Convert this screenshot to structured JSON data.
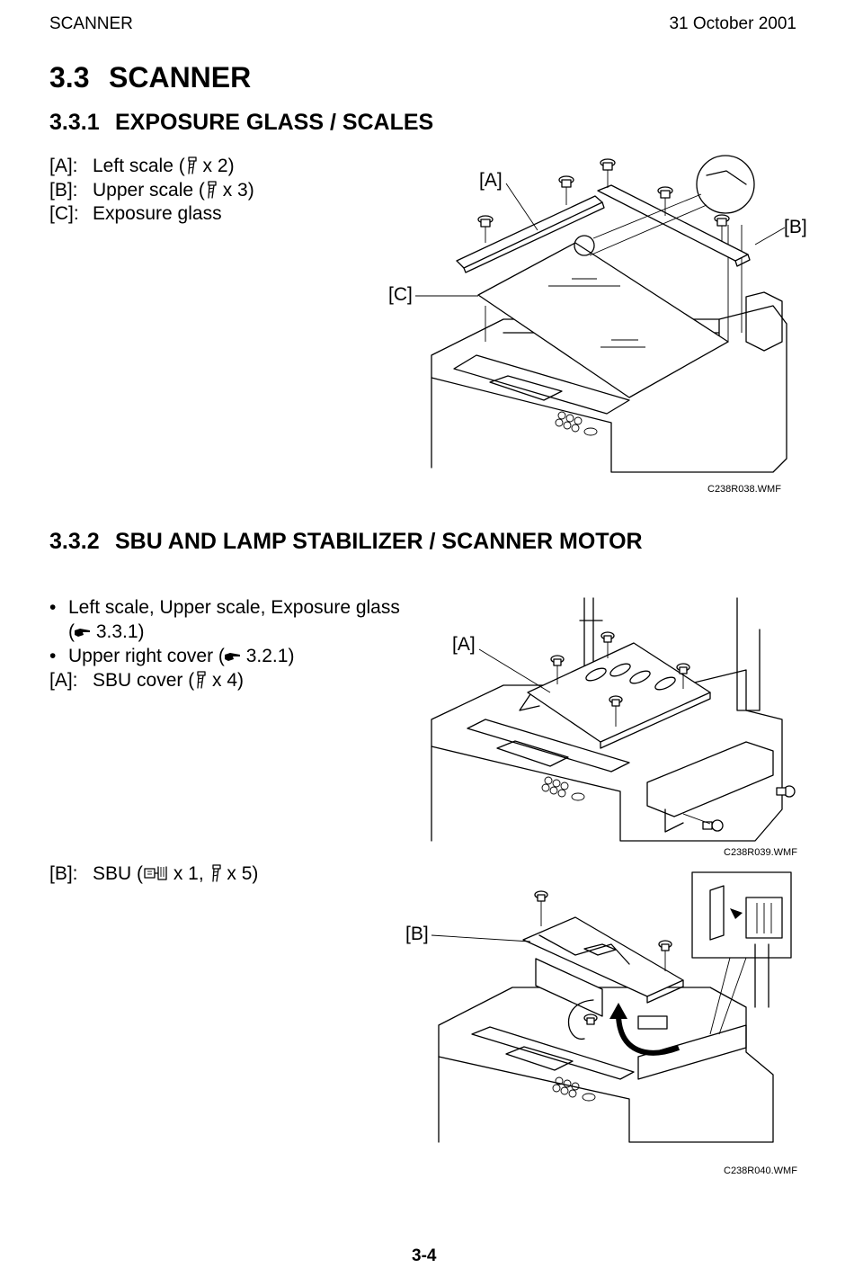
{
  "header": {
    "left": "SCANNER",
    "right": "31 October 2001"
  },
  "section": {
    "number": "3.3",
    "title": "SCANNER"
  },
  "sub1": {
    "number": "3.3.1",
    "title": "EXPOSURE GLASS / SCALES",
    "items": [
      {
        "label": "[A]:",
        "text_before": "Left scale (",
        "text_after": " x 2)",
        "icon": "screw-icon"
      },
      {
        "label": "[B]:",
        "text_before": "Upper scale (",
        "text_after": " x 3)",
        "icon": "screw-icon"
      },
      {
        "label": "[C]:",
        "text": "Exposure glass"
      }
    ],
    "figure": {
      "callouts": [
        "[A]",
        "[B]",
        "[C]"
      ],
      "caption": "C238R038.WMF"
    }
  },
  "sub2": {
    "number": "3.3.2",
    "title": "SBU AND LAMP STABILIZER / SCANNER MOTOR",
    "bullets": [
      {
        "text": "Left scale, Upper scale, Exposure glass",
        "ref_prefix": "(",
        "ref": " 3.3.1)",
        "icon": "pointing-hand-icon"
      },
      {
        "text": "Upper right cover (",
        "ref": " 3.2.1)",
        "icon": "pointing-hand-icon"
      }
    ],
    "item_a": {
      "label": "[A]:",
      "text_before": "SBU cover (",
      "text_after": " x 4)",
      "icon": "screw-icon"
    },
    "figure1": {
      "callout": "[A]",
      "caption": "C238R039.WMF"
    },
    "item_b": {
      "label": "[B]:",
      "text_before": "SBU (",
      "mid": " x 1, ",
      "text_after": " x 5)",
      "icons": [
        "connector-icon",
        "screw-icon"
      ]
    },
    "figure2": {
      "callout": "[B]",
      "caption": "C238R040.WMF"
    }
  },
  "page_number": "3-4"
}
